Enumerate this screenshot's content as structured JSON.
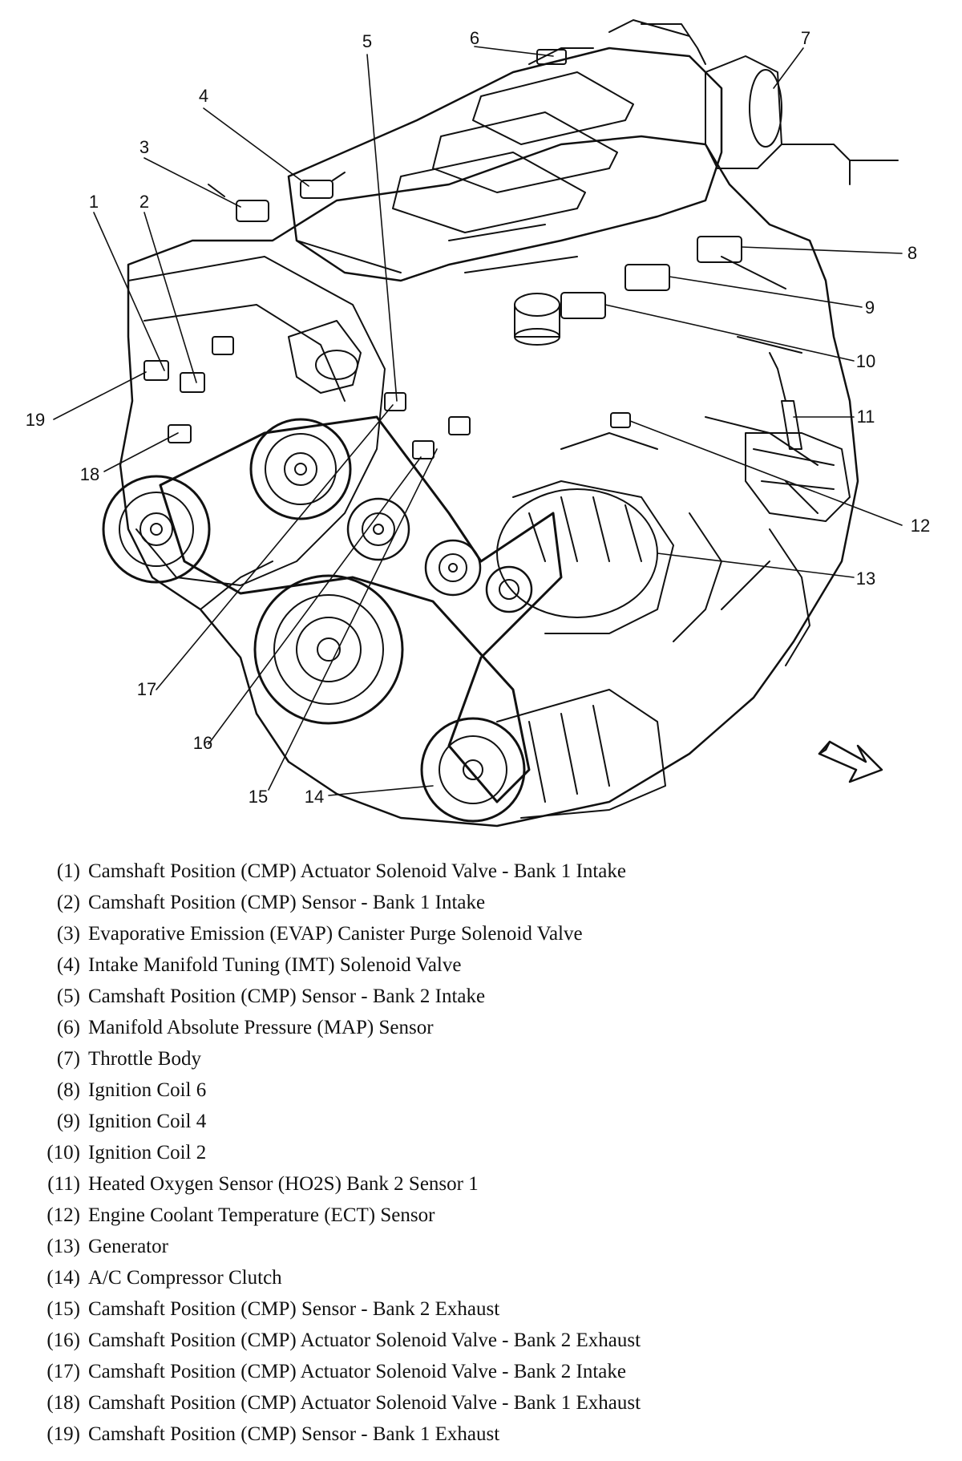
{
  "callout_labels": [
    "1",
    "2",
    "3",
    "4",
    "5",
    "6",
    "7",
    "8",
    "9",
    "10",
    "11",
    "12",
    "13",
    "14",
    "15",
    "16",
    "17",
    "18",
    "19"
  ],
  "legend": [
    {
      "num": "(1)",
      "text": "Camshaft Position (CMP) Actuator Solenoid Valve - Bank 1 Intake"
    },
    {
      "num": "(2)",
      "text": "Camshaft Position (CMP) Sensor - Bank 1 Intake"
    },
    {
      "num": "(3)",
      "text": "Evaporative Emission (EVAP) Canister Purge Solenoid Valve"
    },
    {
      "num": "(4)",
      "text": "Intake Manifold Tuning (IMT) Solenoid Valve"
    },
    {
      "num": "(5)",
      "text": "Camshaft Position (CMP) Sensor - Bank 2 Intake"
    },
    {
      "num": "(6)",
      "text": "Manifold Absolute Pressure (MAP) Sensor"
    },
    {
      "num": "(7)",
      "text": "Throttle Body"
    },
    {
      "num": "(8)",
      "text": "Ignition Coil 6"
    },
    {
      "num": "(9)",
      "text": "Ignition Coil 4"
    },
    {
      "num": "(10)",
      "text": "Ignition Coil 2"
    },
    {
      "num": "(11)",
      "text": "Heated Oxygen Sensor (HO2S) Bank 2 Sensor 1"
    },
    {
      "num": "(12)",
      "text": "Engine Coolant Temperature (ECT) Sensor"
    },
    {
      "num": "(13)",
      "text": "Generator"
    },
    {
      "num": "(14)",
      "text": "A/C Compressor Clutch"
    },
    {
      "num": "(15)",
      "text": "Camshaft Position (CMP) Sensor - Bank 2 Exhaust"
    },
    {
      "num": "(16)",
      "text": "Camshaft Position (CMP) Actuator Solenoid Valve - Bank 2 Exhaust"
    },
    {
      "num": "(17)",
      "text": "Camshaft Position (CMP) Actuator Solenoid Valve - Bank 2 Intake"
    },
    {
      "num": "(18)",
      "text": "Camshaft Position (CMP) Actuator Solenoid Valve - Bank 1 Exhaust"
    },
    {
      "num": "(19)",
      "text": "Camshaft Position (CMP) Sensor - Bank 1 Exhaust"
    }
  ]
}
